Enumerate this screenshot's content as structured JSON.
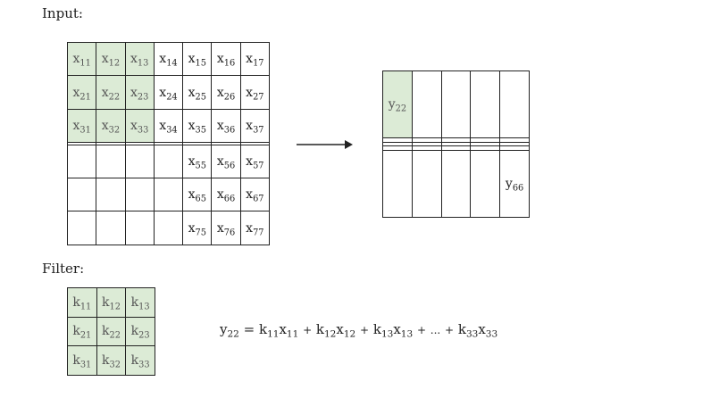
{
  "labels": {
    "input": "Input:",
    "filter": "Filter:"
  },
  "colors": {
    "highlight": "#dcebd6",
    "border": "#222222"
  },
  "input_grid": {
    "rows": [
      [
        "x11",
        "x12",
        "x13",
        "x14",
        "x15",
        "x16",
        "x17"
      ],
      [
        "x21",
        "x22",
        "x23",
        "x24",
        "x25",
        "x26",
        "x27"
      ],
      [
        "x31",
        "x32",
        "x33",
        "x34",
        "x35",
        "x36",
        "x37"
      ],
      [
        "",
        "",
        "",
        "",
        "",
        "",
        ""
      ],
      [
        "",
        "",
        "",
        "",
        "x55",
        "x56",
        "x57"
      ],
      [
        "",
        "",
        "",
        "",
        "x65",
        "x66",
        "x67"
      ],
      [
        "",
        "",
        "",
        "",
        "x75",
        "x76",
        "x77"
      ]
    ],
    "highlighted": [
      [
        0,
        0
      ],
      [
        0,
        1
      ],
      [
        0,
        2
      ],
      [
        1,
        0
      ],
      [
        1,
        1
      ],
      [
        1,
        2
      ],
      [
        2,
        0
      ],
      [
        2,
        1
      ],
      [
        2,
        2
      ]
    ]
  },
  "output_grid": {
    "rows": [
      [
        "y22",
        "",
        "",
        "",
        ""
      ],
      [
        "",
        "",
        "",
        "",
        ""
      ],
      [
        "",
        "",
        "",
        "",
        ""
      ],
      [
        "",
        "",
        "",
        "",
        ""
      ],
      [
        "",
        "",
        "",
        "",
        "y66"
      ]
    ],
    "highlighted": [
      [
        0,
        0
      ]
    ]
  },
  "filter_grid": {
    "rows": [
      [
        "k11",
        "k12",
        "k13"
      ],
      [
        "k21",
        "k22",
        "k23"
      ],
      [
        "k31",
        "k32",
        "k33"
      ]
    ],
    "highlighted": [
      [
        0,
        0
      ],
      [
        0,
        1
      ],
      [
        0,
        2
      ],
      [
        1,
        0
      ],
      [
        1,
        1
      ],
      [
        1,
        2
      ],
      [
        2,
        0
      ],
      [
        2,
        1
      ],
      [
        2,
        2
      ]
    ]
  },
  "equation": {
    "lhs": "y22",
    "equals": "=",
    "terms": [
      "k11x11",
      "+",
      "k12x12",
      "+",
      "k13x13",
      "+",
      "...",
      "+",
      "k33x33"
    ]
  }
}
